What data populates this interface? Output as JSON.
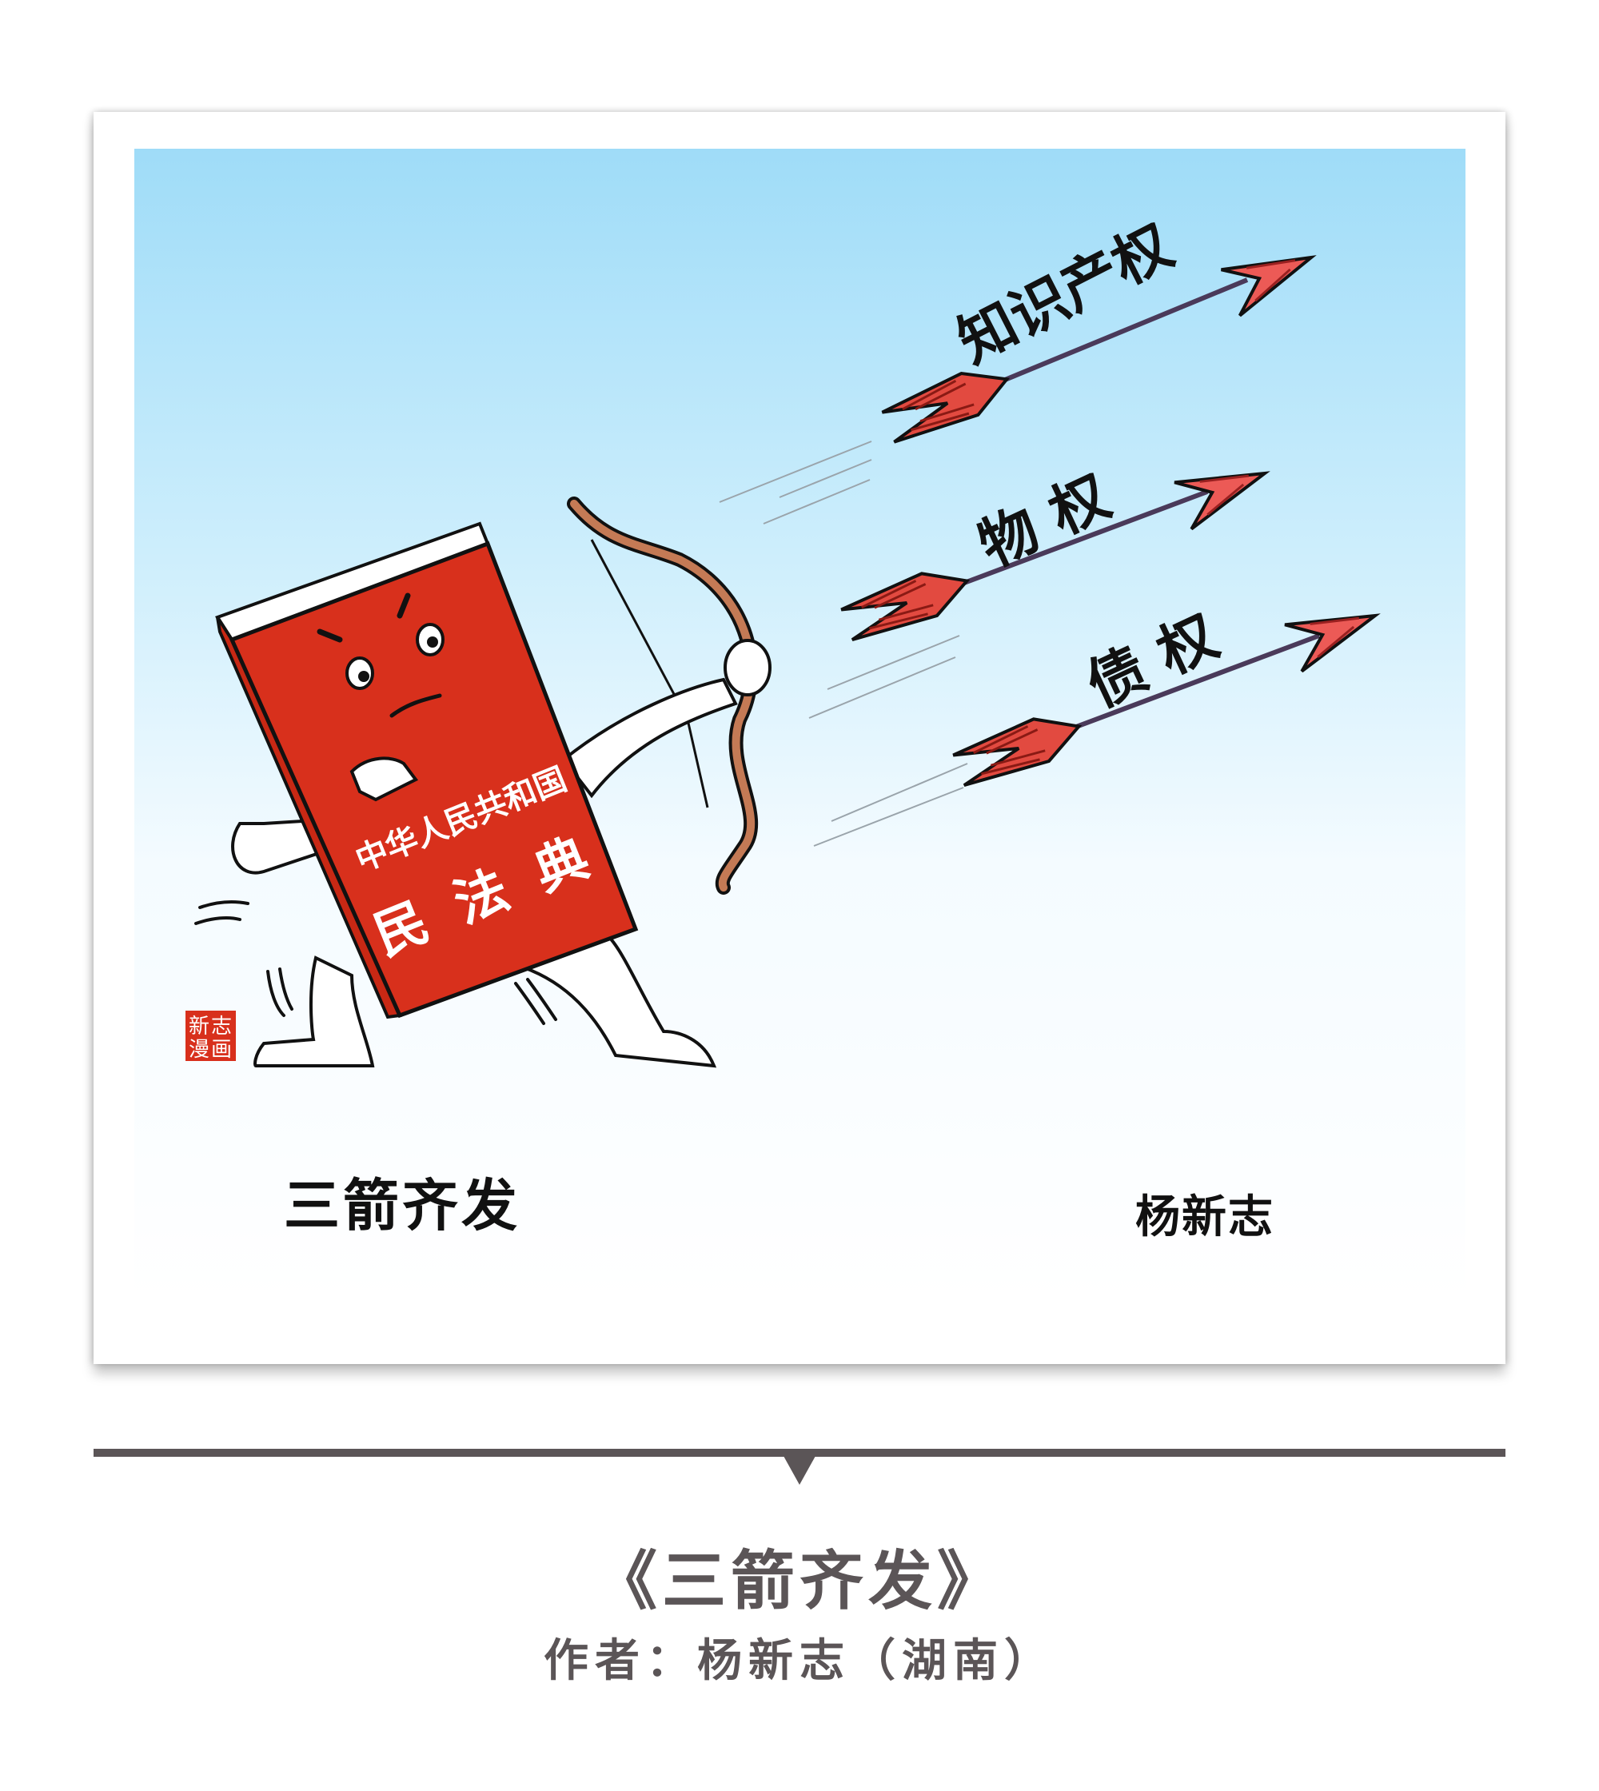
{
  "cartoon": {
    "book_cover": {
      "line1": "中华人民共和国",
      "line2_chars": [
        "民",
        "法",
        "典"
      ]
    },
    "arrows": [
      {
        "label": "知识产权"
      },
      {
        "label": "物 权"
      },
      {
        "label": "债 权"
      }
    ],
    "seal": {
      "chars": [
        "新",
        "志",
        "漫",
        "画"
      ],
      "color": "#d8301c"
    },
    "caption": "三箭齐发",
    "signature": "杨新志"
  },
  "footer": {
    "title": "《三箭齐发》",
    "byline": "作者：杨新志（湖南）"
  },
  "colors": {
    "sky_top": "#9fdcf8",
    "book_red": "#d8301c",
    "arrow_red": "#e0433c",
    "bow_brown": "#c47a55",
    "footer_text": "#5b5557"
  }
}
